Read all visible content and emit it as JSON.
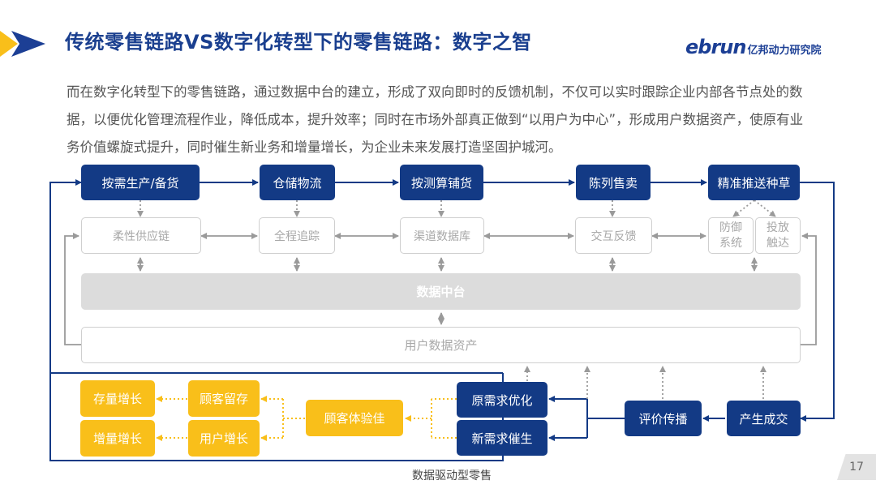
{
  "title": "传统零售链路VS数字化转型下的零售链路：数字之智",
  "logo": {
    "en": "ebrun",
    "cn": "亿邦动力研究院"
  },
  "intro": "而在数字化转型下的零售链路，通过数据中台的建立，形成了双向即时的反馈机制，不仅可以实时跟踪企业内部各节点处的数据，以便优化管理流程作业，降低成本，提升效率；同时在市场外部真正做到“以用户为中心”，形成用户数据资产，使原有业务价值螺旋式提升，同时催生新业务和增量增长，为企业未来发展打造坚固护城河。",
  "top_row": [
    "按需生产/备货",
    "仓储物流",
    "按测算铺货",
    "陈列售卖",
    "精准推送种草"
  ],
  "second_row": [
    "柔性供应链",
    "全程追踪",
    "渠道数据库",
    "交互反馈"
  ],
  "second_row_split": [
    [
      "防御",
      "系统"
    ],
    [
      "投放",
      "触达"
    ]
  ],
  "data_center": "数据中台",
  "user_assets": "用户数据资产",
  "bottom": {
    "yellow": [
      "存量增长",
      "增量增长",
      "顾客留存",
      "用户增长",
      "顾客体验佳"
    ],
    "dark": [
      "原需求优化",
      "新需求催生",
      "评价传播",
      "产生成交"
    ]
  },
  "caption": "数据驱动型零售",
  "page_number": "17",
  "colors": {
    "navy": "#133a85",
    "yellow": "#f9bf1a",
    "gray_border": "#cfcfcf",
    "arrow_gray": "#9a9a9a"
  }
}
